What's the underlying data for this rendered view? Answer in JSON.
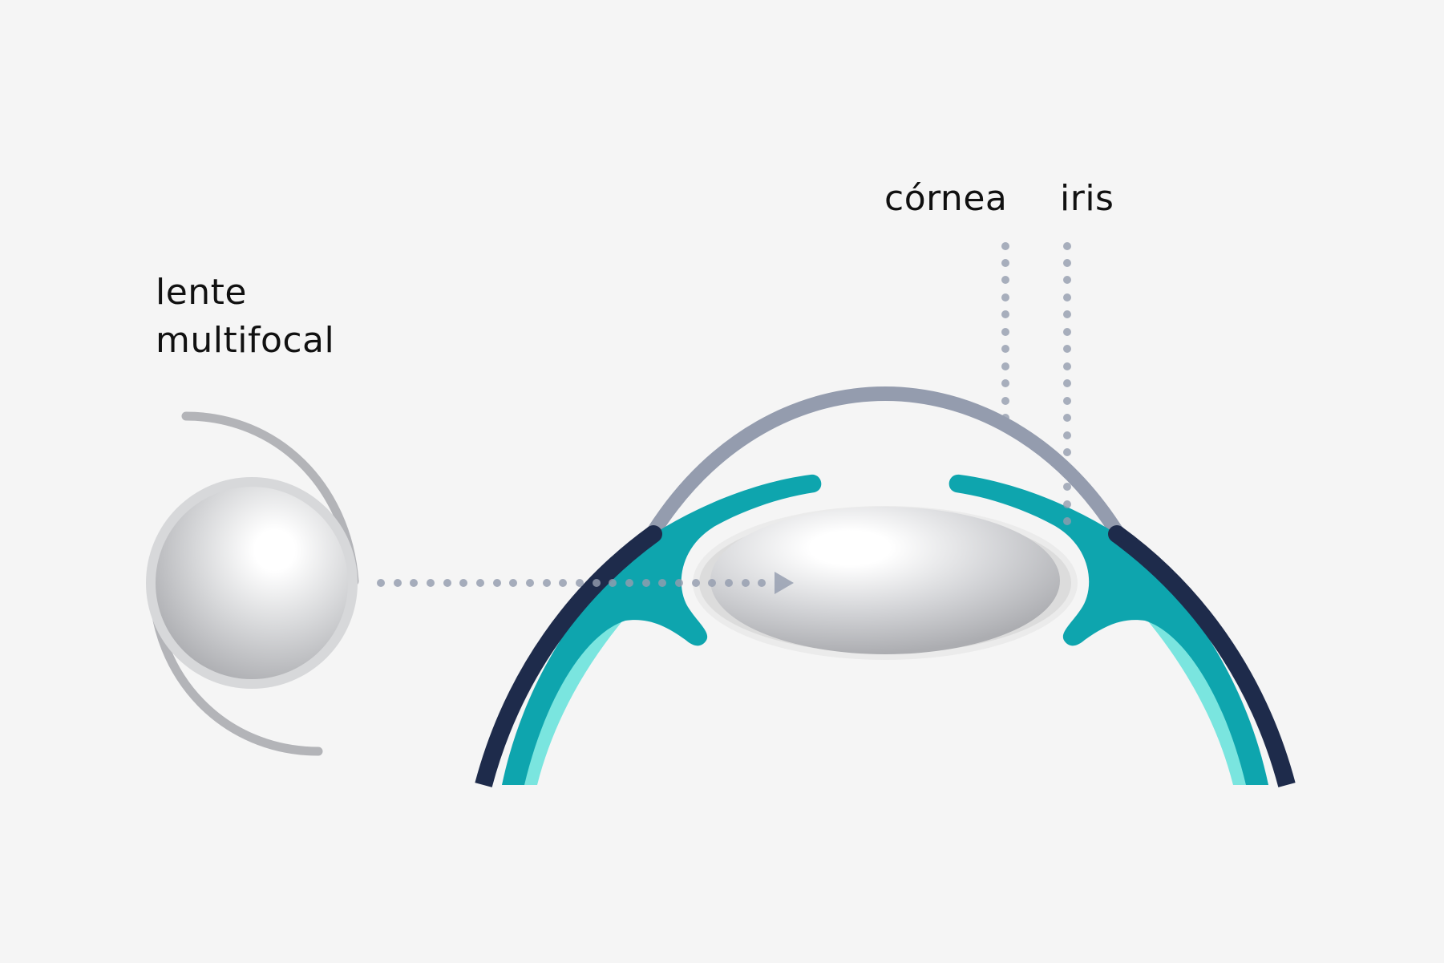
{
  "labels": {
    "lens_line1": "lente",
    "lens_line2": "multifocal",
    "cornea": "córnea",
    "iris": "iris"
  },
  "icons": {
    "arrow": "dotted-arrow-right",
    "leader": "dotted-leader-line"
  },
  "colors": {
    "background": "#f5f5f5",
    "text": "#111111",
    "cornea_stroke": "#949cae",
    "sclera_dark": "#1e2b4b",
    "iris_teal": "#0ea5ae",
    "ciliary_light_teal": "#7ae5df",
    "lens_gray": "#b9babe",
    "lens_rim": "#dcdcdc",
    "haptic_gray": "#b3b4b8",
    "dots": "#949cae"
  }
}
